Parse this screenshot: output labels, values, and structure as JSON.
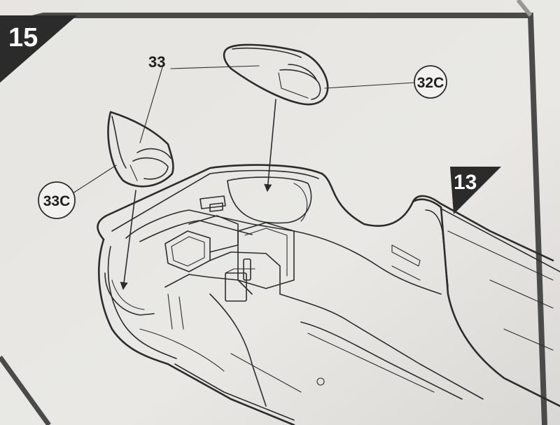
{
  "step": {
    "number": "15",
    "reference_step": "13"
  },
  "parts": {
    "part_33_label": "33",
    "part_32c_label": "32C",
    "part_33c_label": "33C"
  },
  "colors": {
    "paper": "#e9e8e4",
    "ink": "#2c2c2c",
    "step_badge": "#2b2b2b",
    "background": "#8c8a86"
  }
}
